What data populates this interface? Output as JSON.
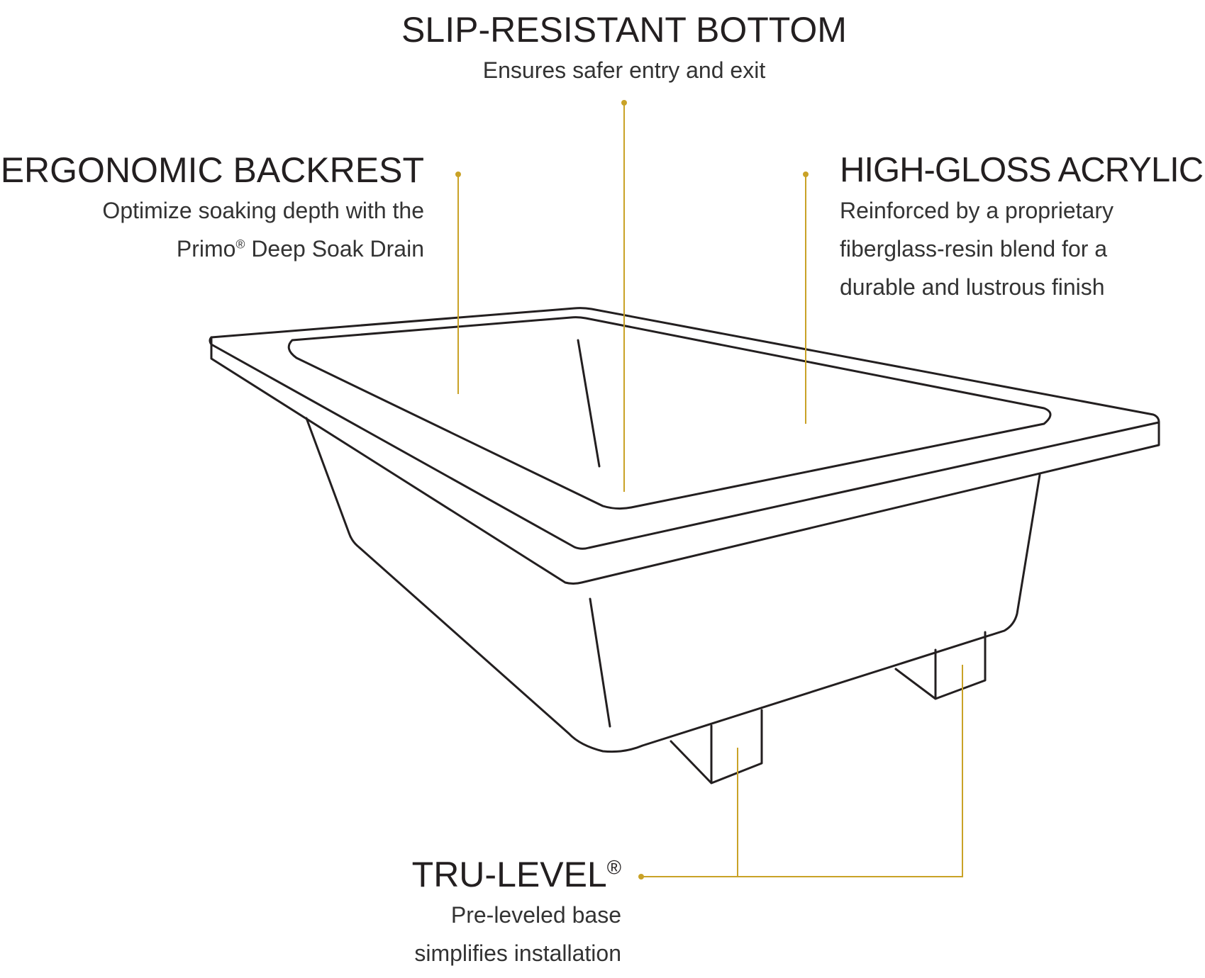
{
  "colors": {
    "leader": "#c9a227",
    "outline": "#231f20",
    "text": "#231f20"
  },
  "callouts": {
    "slip_resistant": {
      "title": "SLIP-RESISTANT BOTTOM",
      "desc": [
        "Ensures safer entry and exit"
      ]
    },
    "ergonomic_backrest": {
      "title": "ERGONOMIC BACKREST",
      "desc_line1": "Optimize soaking depth with the",
      "desc_line2_pre": "Primo",
      "desc_line2_reg": "®",
      "desc_line2_post": " Deep Soak Drain"
    },
    "high_gloss": {
      "title": "HIGH-GLOSS ACRYLIC",
      "desc": [
        "Reinforced by a proprietary",
        "fiberglass-resin blend for a",
        "durable and lustrous finish"
      ]
    },
    "tru_level": {
      "title": "TRU-LEVEL",
      "title_reg": "®",
      "desc": [
        "Pre-leveled base",
        "simplifies installation"
      ]
    }
  }
}
